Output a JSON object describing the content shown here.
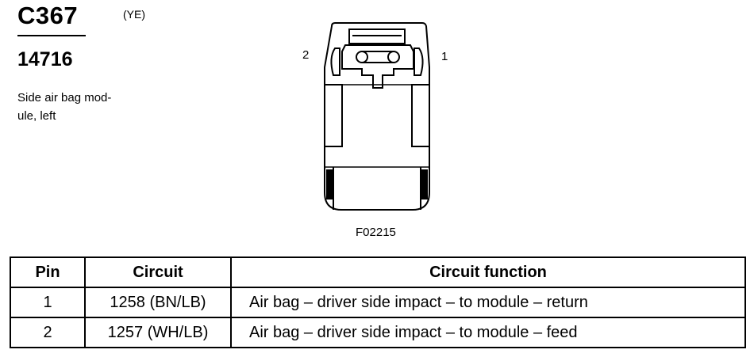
{
  "connector": {
    "id": "C367",
    "color_code": "(YE)",
    "part_number": "14716",
    "description_line1": "Side air bag mod-",
    "description_line2": "ule, left"
  },
  "figure": {
    "pin_left_label": "2",
    "pin_right_label": "1",
    "code": "F02215"
  },
  "table": {
    "headers": [
      "Pin",
      "Circuit",
      "Circuit function"
    ],
    "rows": [
      {
        "pin": "1",
        "circuit": "1258 (BN/LB)",
        "function": "Air bag – driver side impact – to module – return"
      },
      {
        "pin": "2",
        "circuit": "1257 (WH/LB)",
        "function": "Air bag – driver side impact – to module – feed"
      }
    ]
  }
}
